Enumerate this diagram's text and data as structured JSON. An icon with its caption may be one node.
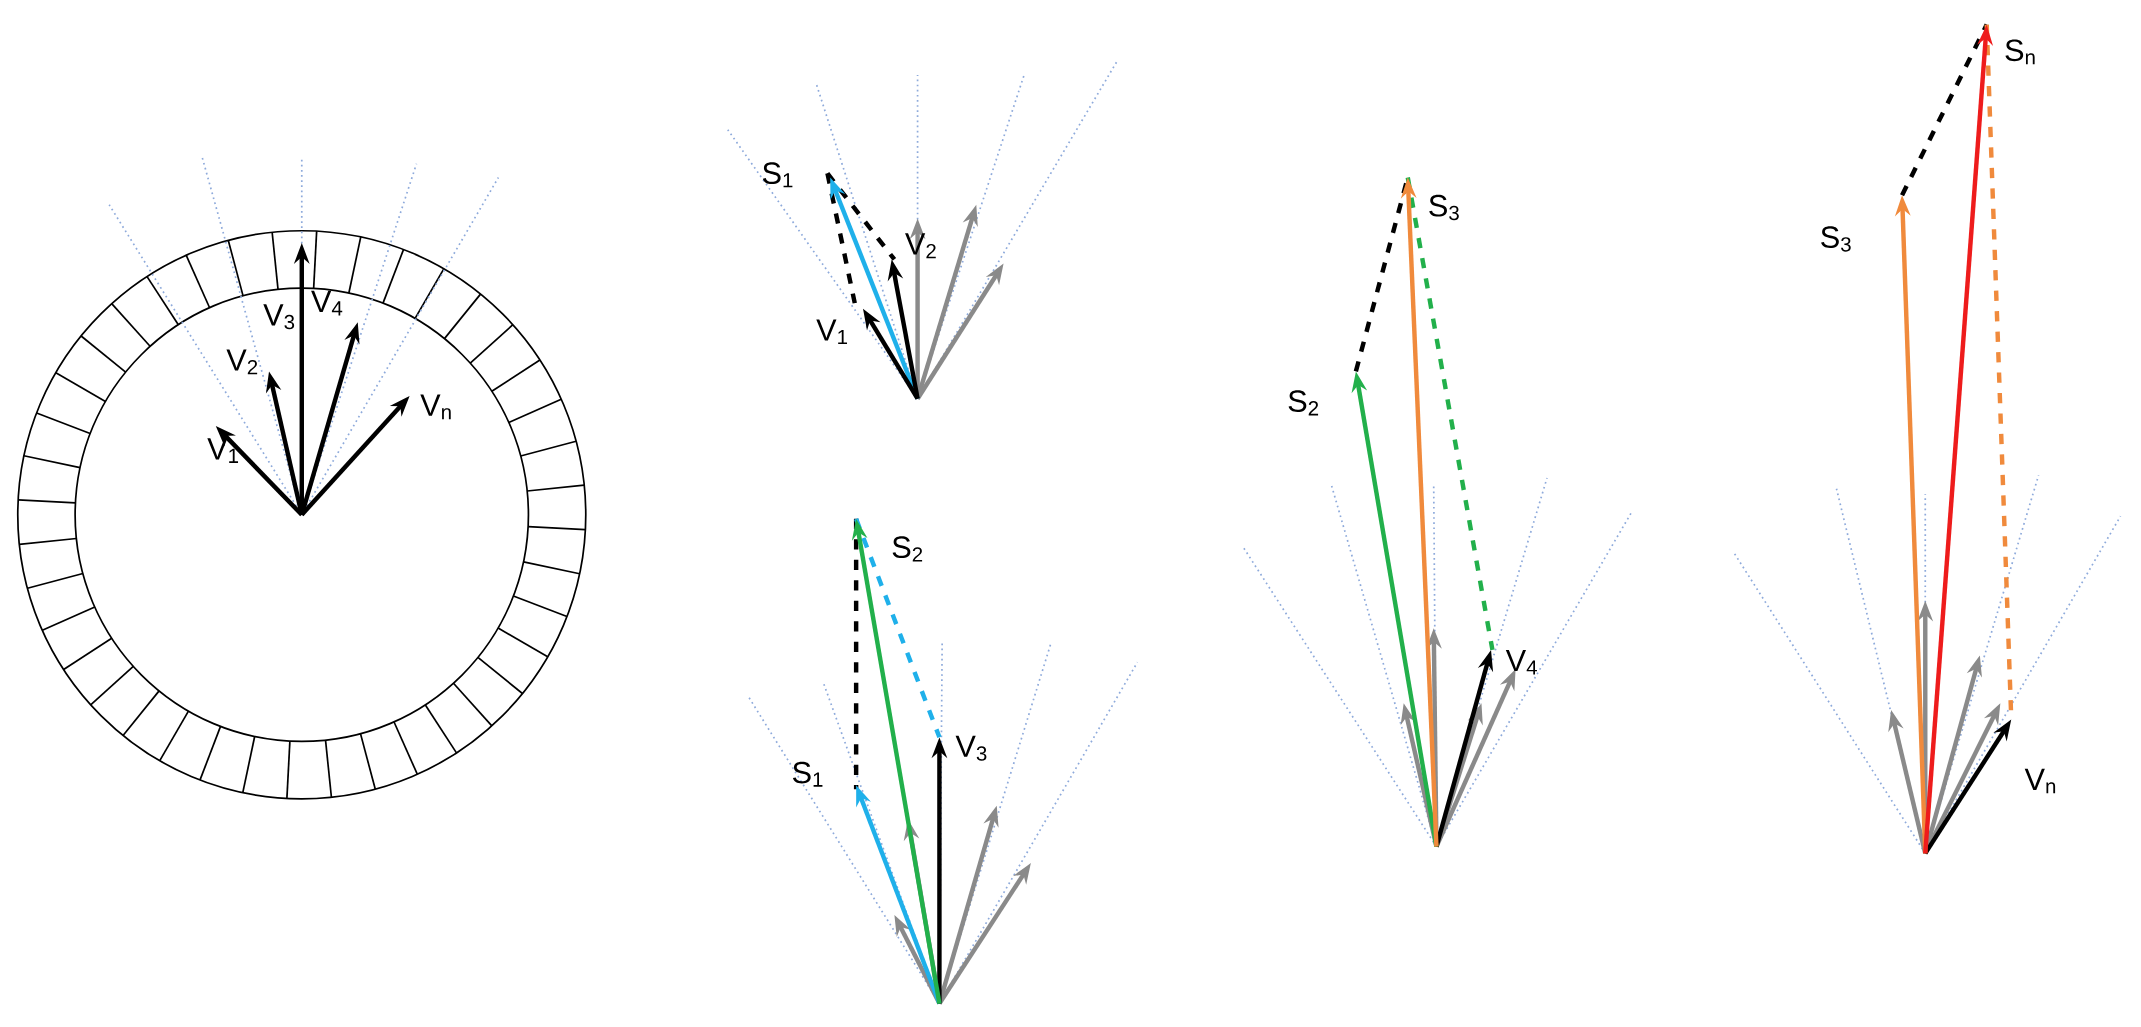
{
  "diagram": {
    "labels": [
      "V$_{1}$",
      "V$_{2}$",
      "V$_{3}$",
      "V$_{4}$",
      "V$_{n}$",
      "S$_{1}$",
      "V$_{2}$",
      "V$_{1}$",
      "S$_{2}$",
      "S$_{1}$",
      "V$_{3}$",
      "S$_{3}$",
      "S$_{2}$",
      "V$_{4}$",
      "S$_{n}$",
      "S$_{3}$",
      "V$_{n}$"
    ]
  }
}
